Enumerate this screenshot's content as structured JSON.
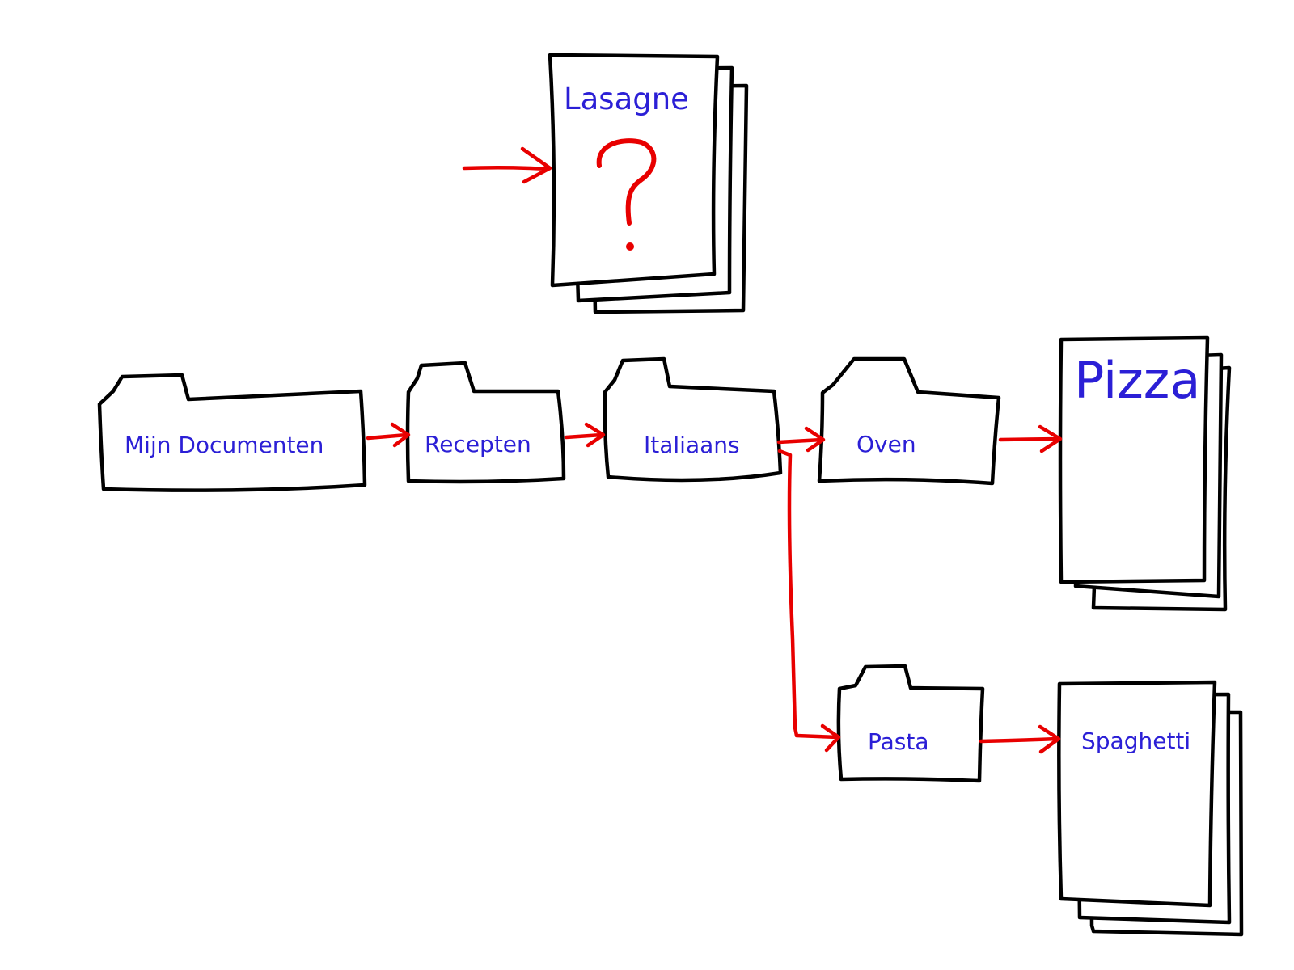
{
  "colors": {
    "label": "#2b1fd6",
    "arrow": "#e80000",
    "outline": "#000000",
    "background": "#ffffff"
  },
  "folders": {
    "mijn_documenten": "Mijn Documenten",
    "recepten": "Recepten",
    "italiaans": "Italiaans",
    "oven": "Oven",
    "pasta": "Pasta"
  },
  "documents": {
    "lasagne": "Lasagne",
    "lasagne_mark": "?",
    "pizza": "Pizza",
    "spaghetti": "Spaghetti"
  }
}
